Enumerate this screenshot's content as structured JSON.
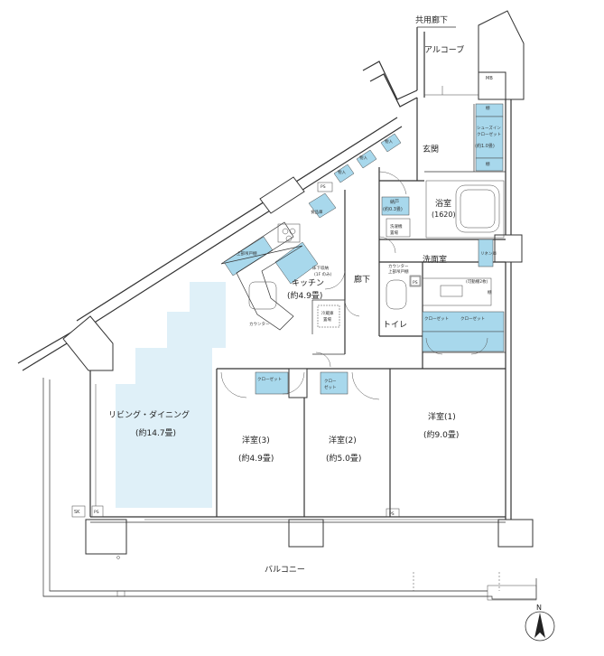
{
  "labels": {
    "common_corridor": "共用廊下",
    "alcove": "アルコーブ",
    "mb": "MB",
    "entrance": "玄関",
    "shoes_in_closet": "シューズイン",
    "shoes_in_closet_2": "クローゼット",
    "shoes_in_closet_size": "(約1.0畳)",
    "shelf": "棚",
    "storage_in": "物入",
    "ps": "PS",
    "pantry": "食品庫",
    "bathroom": "浴室",
    "bathroom_size": "(1620)",
    "nando": "納戸",
    "nando_size": "(約0.3畳)",
    "washer_space": "洗濯機",
    "washer_space_2": "置場",
    "linen": "リネン庫",
    "washroom": "洗面室",
    "counter_storage": "カウンター",
    "counter_storage_2": "上部吊戸棚",
    "movable_shelf": "(可動棚2枚)",
    "upper_cabinet": "上部吊戸棚",
    "underfloor": "床下収納",
    "underfloor_2": "(1F のみ)",
    "kitchen": "キッチン",
    "kitchen_size": "(約4.9畳)",
    "fridge": "冷蔵庫",
    "fridge_2": "置場",
    "counter": "カウンター",
    "hallway": "廊下",
    "toilet": "トイレ",
    "closet": "クローゼット",
    "closet_short": "クロー",
    "closet_short_2": "ゼット",
    "living": "リビング・ダイニング",
    "living_size": "(約14.7畳)",
    "room3": "洋室(3)",
    "room3_size": "(約4.9畳)",
    "room2": "洋室(2)",
    "room2_size": "(約5.0畳)",
    "room1": "洋室(1)",
    "room1_size": "(約9.0畳)",
    "sk": "SK",
    "balcony": "バルコニー",
    "north": "N"
  },
  "colors": {
    "storage_fill": "#a8d8ec",
    "living_fill": "#dff0f8",
    "wall": "#333333"
  }
}
